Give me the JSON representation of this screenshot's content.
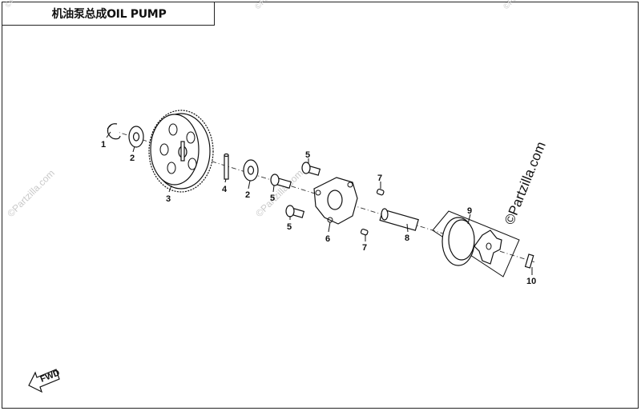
{
  "title": "机油泵总成OIL PUMP",
  "watermark": "©Partzilla.com",
  "brand_mark": "©Partzilla.com",
  "fwd_label": "FWD",
  "part_labels": [
    "1",
    "2",
    "3",
    "4",
    "2",
    "5",
    "5",
    "5",
    "6",
    "7",
    "7",
    "8",
    "9",
    "10"
  ]
}
